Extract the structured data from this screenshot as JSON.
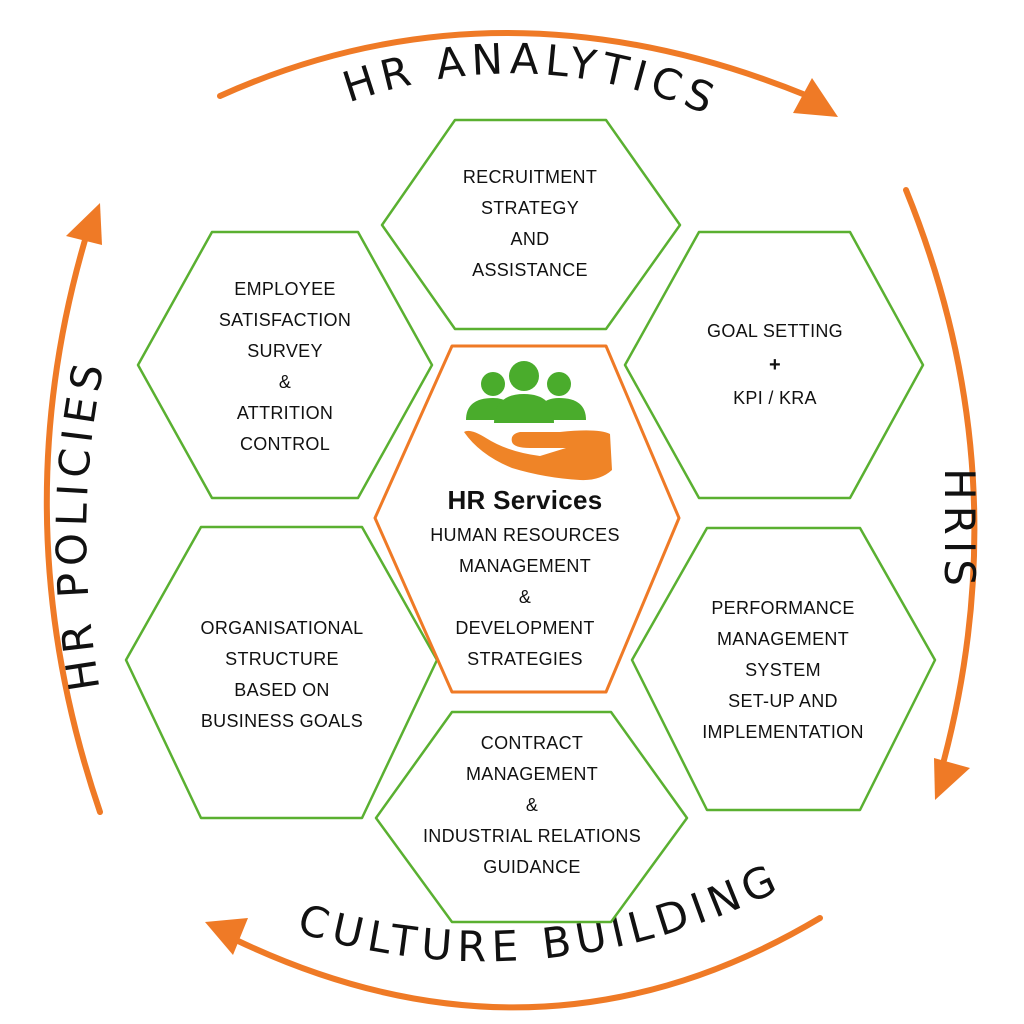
{
  "colors": {
    "hex_border": "#5ab031",
    "center_border": "#ef7a26",
    "arrow": "#ef7a26",
    "people_icon": "#4aac2c",
    "hand_icon": "#ef8427",
    "text": "#111111"
  },
  "ring_labels": {
    "top": "HR ANALYTICS",
    "right": "HRIS",
    "bottom": "CULTURE BUILDING",
    "left": "HR POLICIES"
  },
  "center": {
    "icon": "people-in-hand-icon",
    "title": "HR Services",
    "lines": [
      "HUMAN RESOURCES",
      "MANAGEMENT",
      "&",
      "DEVELOPMENT",
      "STRATEGIES"
    ]
  },
  "hexes": {
    "top": [
      "RECRUITMENT",
      "STRATEGY",
      "AND",
      "ASSISTANCE"
    ],
    "upper_right": {
      "line1": "GOAL SETTING",
      "plus": "+",
      "line2": "KPI / KRA"
    },
    "lower_right": [
      "PERFORMANCE",
      "MANAGEMENT",
      "SYSTEM",
      "SET-UP AND",
      "IMPLEMENTATION"
    ],
    "bottom": [
      "CONTRACT",
      "MANAGEMENT",
      "&",
      "INDUSTRIAL RELATIONS",
      "GUIDANCE"
    ],
    "lower_left": [
      "ORGANISATIONAL",
      "STRUCTURE",
      "BASED ON",
      "BUSINESS GOALS"
    ],
    "upper_left": [
      "EMPLOYEE",
      "SATISFACTION",
      "SURVEY",
      "&",
      "ATTRITION",
      "CONTROL"
    ]
  }
}
